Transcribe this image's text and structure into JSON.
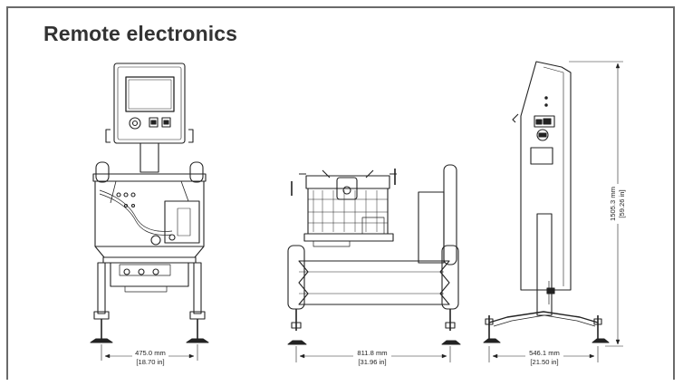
{
  "title": "Remote electronics",
  "views": {
    "front": {
      "mm": "475.0 mm",
      "in": "[18.70 in]"
    },
    "side": {
      "mm": "811.8 mm",
      "in": "[31.96 in]"
    },
    "back": {
      "mm": "546.1 mm",
      "in": "[21.50 in]"
    },
    "height": {
      "mm": "1505.3 mm",
      "in": "[59.26 in]"
    }
  },
  "colors": {
    "line": "#222222",
    "frame": "#6a6a6a"
  }
}
